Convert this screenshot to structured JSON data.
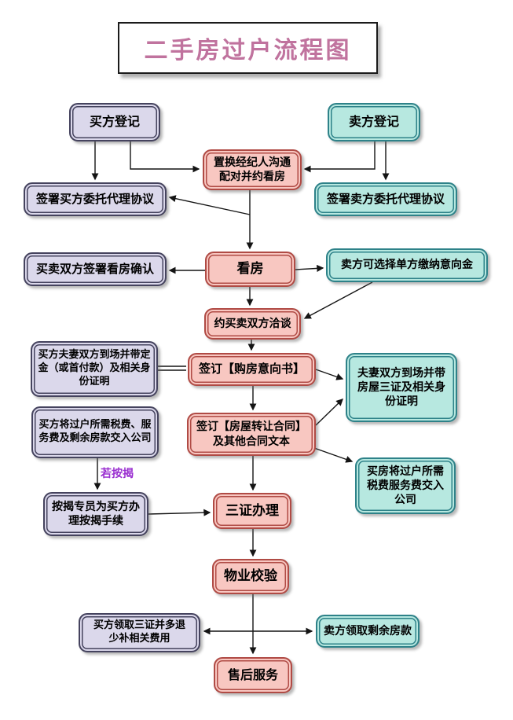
{
  "title": "二手房过户流程图",
  "edge_label": "若按揭",
  "nodes": {
    "buyer_register": "买方登记",
    "seller_register": "卖方登记",
    "agent_match": "置换经纪人沟通\n配对并约看房",
    "buyer_agency": "签署买方委托代理协议",
    "seller_agency": "签署卖方委托代理协议",
    "viewing_confirm": "买卖双方签署看房确认",
    "view_house": "看房",
    "seller_intent_money": "卖方可选择单方缴纳意向金",
    "negotiate": "约买卖双方洽谈",
    "sign_intent": "签订【购房意向书】",
    "buyer_present": "买方夫妻双方到场并带定\n金（或首付款）及相关身\n份证明",
    "couple_present": "夫妻双方到场并带\n房屋三证及相关身\n份证明",
    "sign_transfer": "签订【房屋转让合同】\n及其他合同文本",
    "buyer_fees": "买方将过户所需税费、服\n务费及剩余房款交入公司",
    "buyer_fees_company": "买房将过户所需\n税费服务费交入\n公司",
    "mortgage_officer": "按揭专员为买方办\n理按揭手续",
    "three_certs": "三证办理",
    "property_check": "物业校验",
    "buyer_get_certs": "买方领取三证并多退\n少补相关费用",
    "seller_get_money": "卖方领取剩余房款",
    "after_sale": "售后服务"
  },
  "colors": {
    "buyer_fill": "#dbd8eb",
    "buyer_border": "#45435e",
    "process_fill": "#f8c7c1",
    "process_border": "#b04b45",
    "seller_fill": "#b7e8e0",
    "seller_border": "#2e8289",
    "title_text": "#c0739e",
    "edge_label_text": "#9a2fd0",
    "line_color": "#141414"
  }
}
